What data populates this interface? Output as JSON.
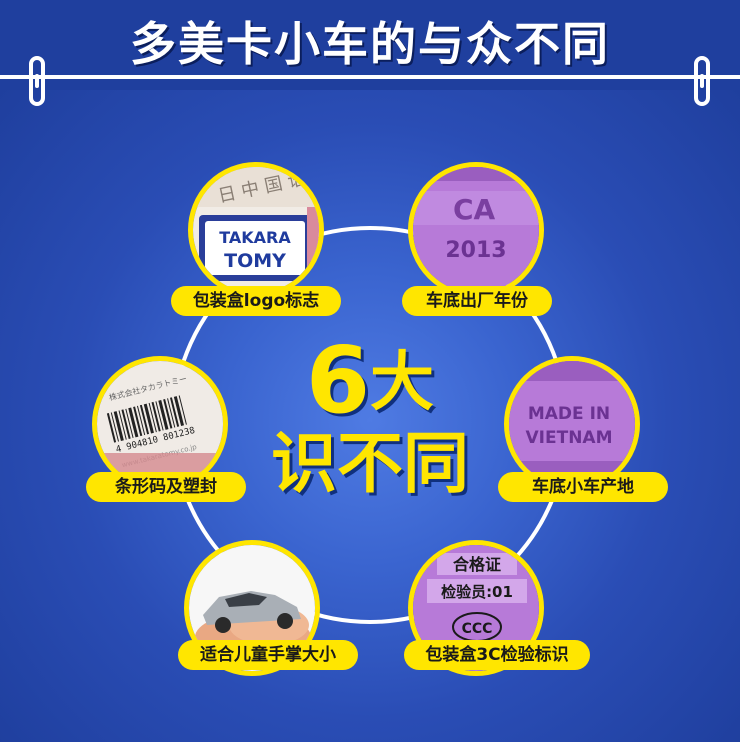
{
  "header": {
    "title": "多美卡小车的与众不同"
  },
  "center": {
    "number": "6",
    "line1_suffix": "大",
    "line2": "识不同"
  },
  "items": [
    {
      "label": "包装盒logo标志",
      "photo": {
        "logo_line1": "TAKARA",
        "logo_line2": "TOMY",
        "top_text": "日 中 国 语 版"
      }
    },
    {
      "label": "车底出厂年份",
      "photo": {
        "mark": "CA",
        "year": "2013"
      }
    },
    {
      "label": "条形码及塑封",
      "photo": {
        "barcode_number": "4 904810 801238",
        "small_text": "株式会社タカラトミー",
        "url": "www.takaratomy.co.jp"
      }
    },
    {
      "label": "车底小车产地",
      "photo": {
        "line1": "MADE IN",
        "line2": "VIETNAM"
      }
    },
    {
      "label": "适合儿童手掌大小",
      "photo": {}
    },
    {
      "label": "包装盒3C检验标识",
      "photo": {
        "line1": "合格证",
        "line2": "检验员:01",
        "ccc": "CCC"
      }
    }
  ],
  "colors": {
    "background": "#1f3f9e",
    "accent_yellow": "#ffe600",
    "purple_stamp": "#b77ad8",
    "ring": "#ffffff"
  }
}
